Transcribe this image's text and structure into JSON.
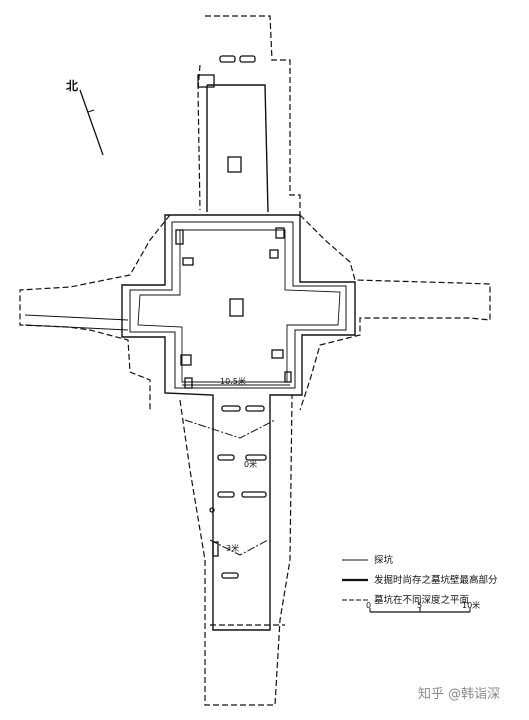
{
  "drawing": {
    "north_label": "北",
    "dim_width": "10.5米",
    "dim_depth_0": "0米",
    "dim_depth_3": "3米"
  },
  "legend": {
    "item_probe": "探坑",
    "item_remaining": "发掘时尚存之墓坑壁最高部分",
    "item_depths": "墓坑在不同深度之平面",
    "scale_ticks": [
      "0",
      "5",
      "10米"
    ]
  },
  "watermark": "知乎 @韩诣深",
  "colors": {
    "ink": "#111111",
    "paper": "#ffffff",
    "watermark": "#8a8a8a"
  }
}
